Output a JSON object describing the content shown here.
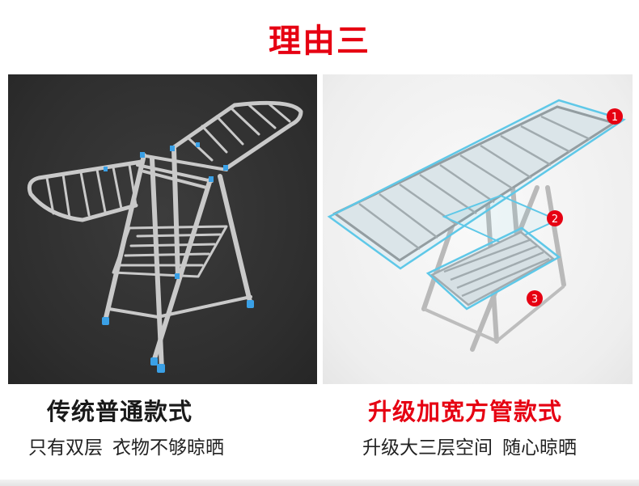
{
  "title": "理由三",
  "left": {
    "caption": "传统普通款式",
    "subtitle_parts": [
      "只有双层",
      "衣物不够晾晒"
    ]
  },
  "right": {
    "caption": "升级加宽方管款式",
    "subtitle_parts": [
      "升级大三层空间",
      "随心晾晒"
    ],
    "badges": [
      "1",
      "2",
      "3"
    ]
  },
  "colors": {
    "title": "#e60012",
    "accent_red": "#e60012",
    "highlight_cyan": "#5ec8e8",
    "left_panel_bg": "#2e2e2e",
    "right_panel_bg": "#eeeeee"
  }
}
